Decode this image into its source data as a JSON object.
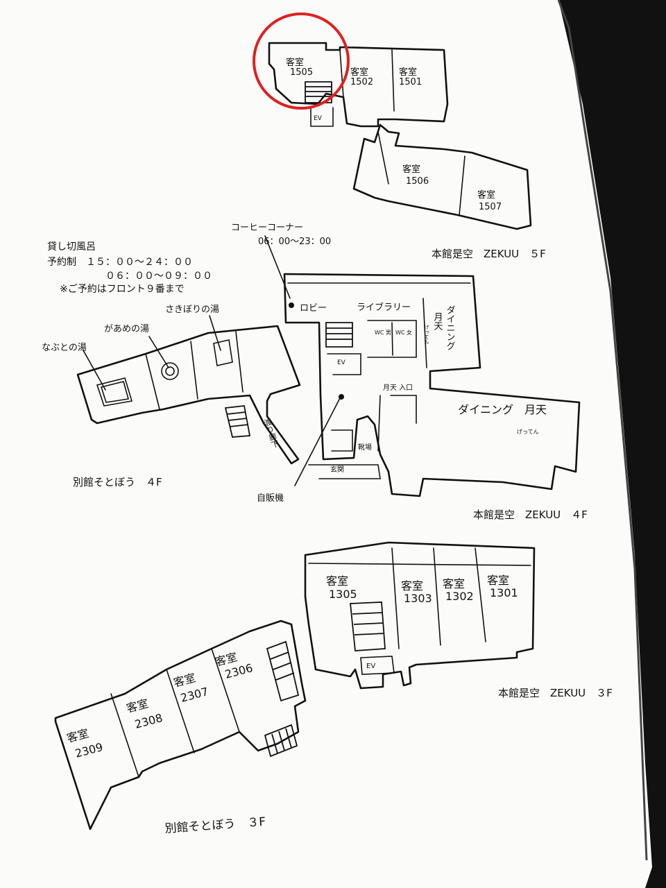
{
  "floor5": {
    "title": "本館是空　ZEKUU　５F",
    "rooms": [
      {
        "kanji": "客室",
        "num": "1505"
      },
      {
        "kanji": "客室",
        "num": "1502"
      },
      {
        "kanji": "客室",
        "num": "1501"
      },
      {
        "kanji": "客室",
        "num": "1506"
      },
      {
        "kanji": "客室",
        "num": "1507"
      }
    ],
    "ev": "EV"
  },
  "floor4_main": {
    "title": "本館是空　ZEKUU　４F",
    "coffee": {
      "label": "コーヒーコーナー",
      "hours": "06：00〜23：00"
    },
    "lobby": "ロビー",
    "library": "ライブラリー",
    "dining1": {
      "name": "ダイニング",
      "sub": "月天",
      "ruby": "げってん"
    },
    "dining2": {
      "name": "ダイニング　月天",
      "ruby": "げってん"
    },
    "wc_m": "WC 男",
    "wc_f": "WC 女",
    "ev": "EV",
    "gettem_entrance": "月天 入口",
    "shoe": "靴場",
    "entrance": "玄関",
    "vending": "自販機"
  },
  "floor4_annex": {
    "title": "別館そとぼう　４F",
    "note": {
      "line1": "貸し切風呂",
      "line2": "予約制　１５：００〜２４：００",
      "line3": "０６：００〜０９：００",
      "line4": "※ご予約はフロント９番まで"
    },
    "bath1": "なぶとの湯",
    "bath2": "があめの湯",
    "bath3": "さきぼりの湯",
    "corridor": "渡り廊下"
  },
  "floor3_main": {
    "title": "本館是空　ZEKUU　３F",
    "rooms": [
      {
        "kanji": "客室",
        "num": "1305"
      },
      {
        "kanji": "客室",
        "num": "1303"
      },
      {
        "kanji": "客室",
        "num": "1302"
      },
      {
        "kanji": "客室",
        "num": "1301"
      }
    ],
    "ev": "EV"
  },
  "floor3_annex": {
    "title": "別館そとぼう　３F",
    "rooms": [
      {
        "kanji": "客室",
        "num": "2309"
      },
      {
        "kanji": "客室",
        "num": "2308"
      },
      {
        "kanji": "客室",
        "num": "2307"
      },
      {
        "kanji": "客室",
        "num": "2306"
      }
    ]
  },
  "colors": {
    "ink": "#111111",
    "highlight": "#e02020",
    "dark_panel": "#111111"
  }
}
